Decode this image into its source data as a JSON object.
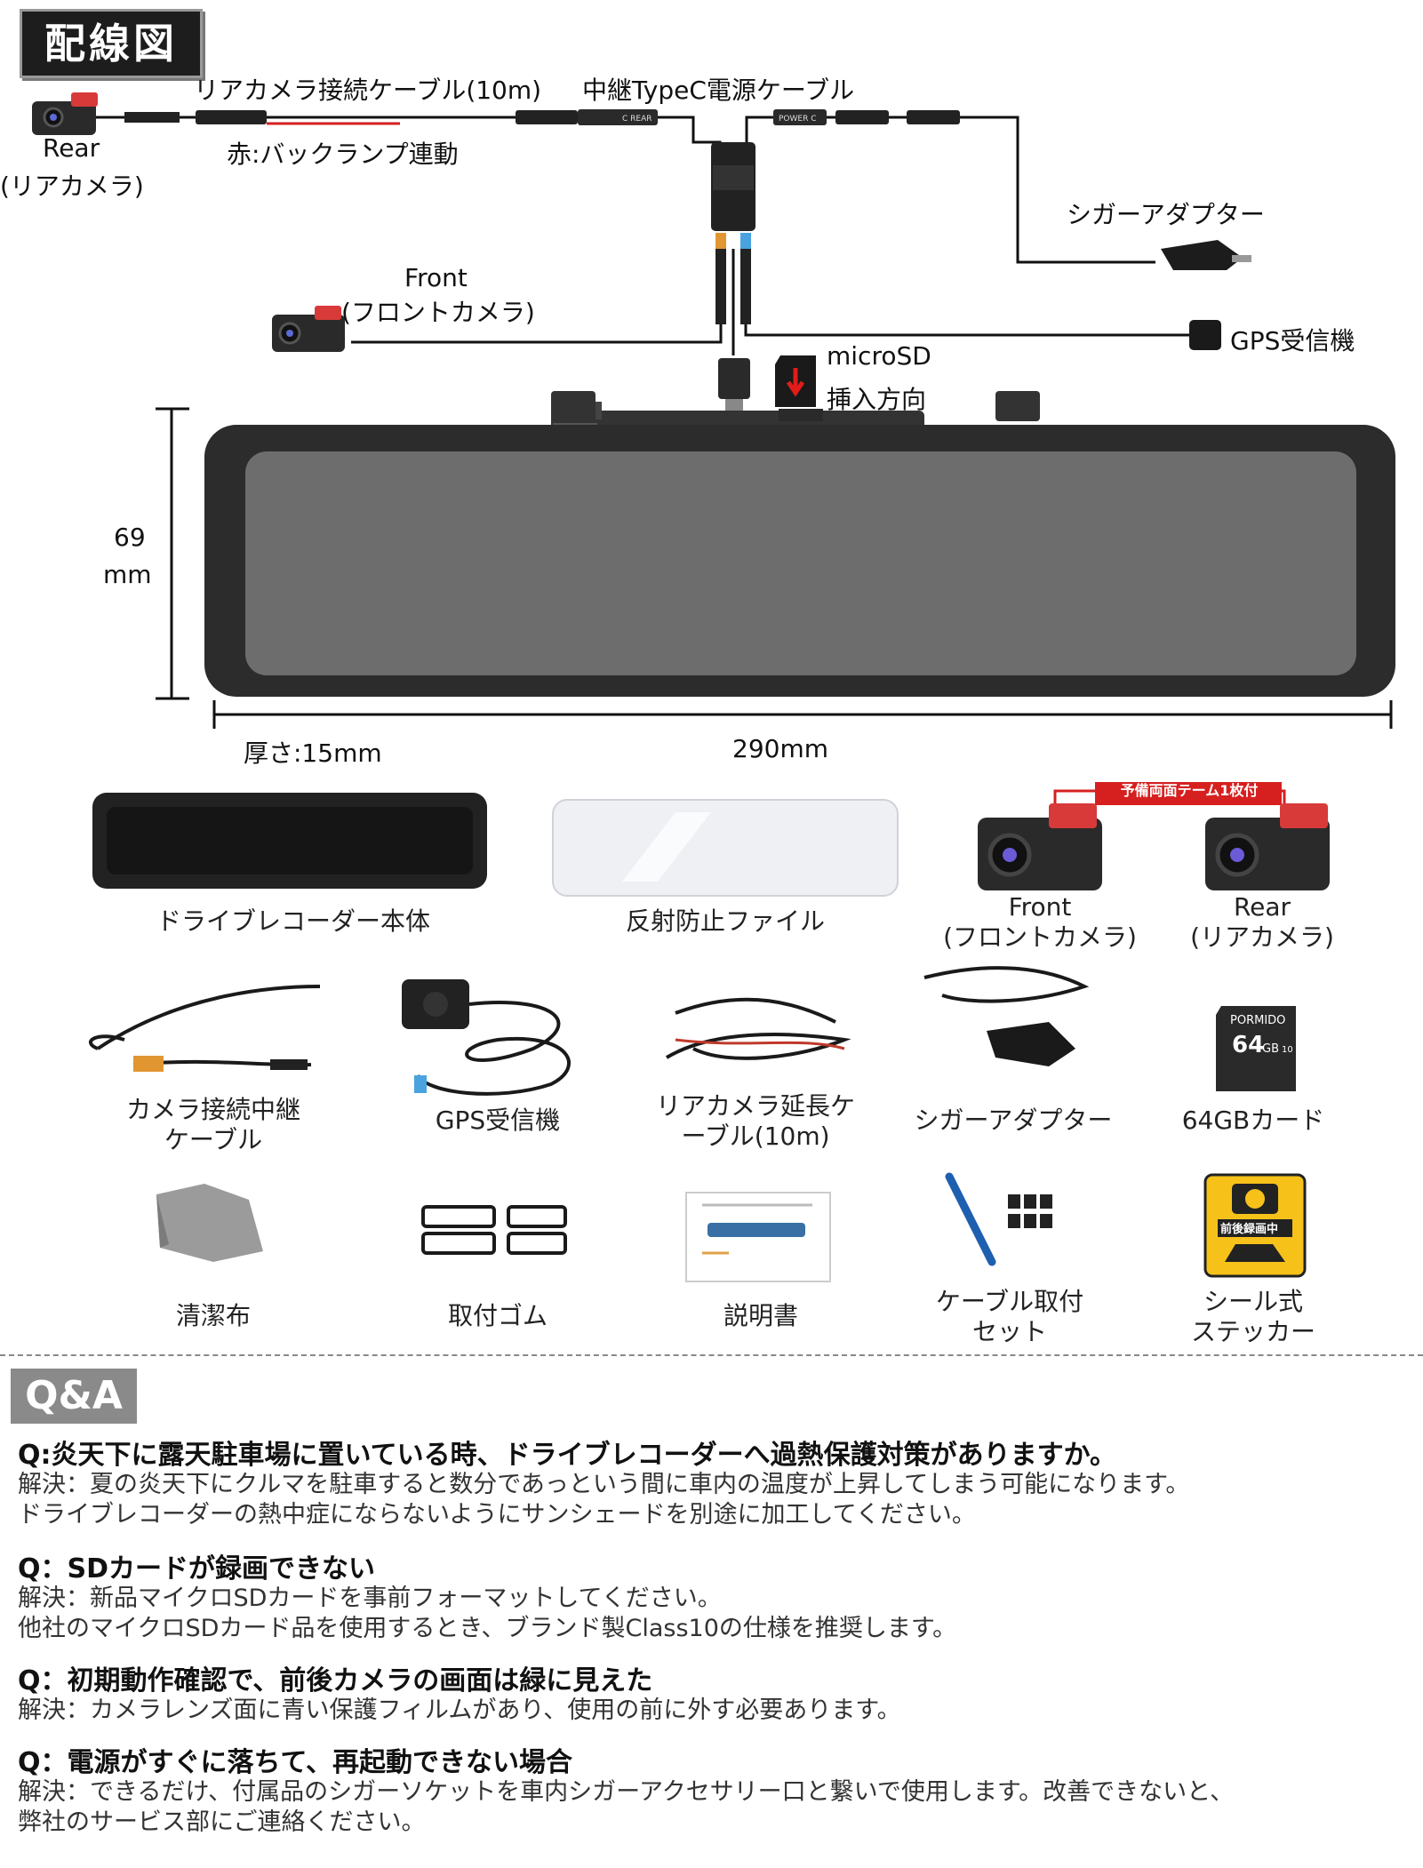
{
  "header": {
    "title": "配線図"
  },
  "wiring": {
    "rear_camera": {
      "name": "Rear",
      "sub": "(リアカメラ)"
    },
    "rear_cable": "リアカメラ接続ケーブル(10m)",
    "red_wire": "赤:バックランプ連動",
    "relay_cable": "中継TypeC電源ケーブル",
    "cigar_adapter": "シガーアダプター",
    "front_camera": {
      "name": "Front",
      "sub": "(フロントカメラ)"
    },
    "gps": "GPS受信機",
    "microsd": {
      "line1": "microSD",
      "line2": "挿入方向"
    },
    "cable_marks": {
      "a": "C REAR",
      "b": "POWER C"
    }
  },
  "dimensions": {
    "height_value": "69",
    "height_unit": "mm",
    "thickness": "厚さ:15mm",
    "width": "290mm"
  },
  "accessories": {
    "row1": [
      {
        "label": "ドライブレコーダー本体"
      },
      {
        "label": "反射防止ファイル"
      },
      {
        "label": "Front\n(フロントカメラ)"
      },
      {
        "label": "Rear\n(リアカメラ)"
      }
    ],
    "tape_note": "予備両面テーム1枚付",
    "row2": [
      {
        "label": "カメラ接続中継\nケーブル"
      },
      {
        "label": "GPS受信機"
      },
      {
        "label": "リアカメラ延長ケ\nーブル(10m)"
      },
      {
        "label": "シガーアダプター"
      },
      {
        "label": "64GBカード"
      }
    ],
    "sd_card": {
      "brand": "PORMIDO",
      "capacity": "64",
      "unit": "GB",
      "class": "10"
    },
    "row3": [
      {
        "label": "清潔布"
      },
      {
        "label": "取付ゴム"
      },
      {
        "label": "説明書"
      },
      {
        "label": "ケーブル取付\nセット"
      },
      {
        "label": "シール式\nステッカー"
      }
    ],
    "sticker_text": "前後録画中"
  },
  "qa": {
    "title": "Q&A",
    "items": [
      {
        "q": "Q:炎天下に露天駐車場に置いている時、ドライブレコーダーへ過熱保護対策がありますか。",
        "a": [
          "解決：夏の炎天下にクルマを駐車すると数分であっという間に車内の温度が上昇してしまう可能になります。",
          "ドライブレコーダーの熱中症にならないようにサンシェードを別途に加工してください。"
        ]
      },
      {
        "q": "Q：SDカードが録画できない",
        "a": [
          "解決：新品マイクロSDカードを事前フォーマットしてください。",
          "他社のマイクロSDカード品を使用するとき、ブランド製Class10の仕様を推奨します。"
        ]
      },
      {
        "q": "Q：初期動作確認で、前後カメラの画面は緑に見えた",
        "a": [
          "解決：カメラレンズ面に青い保護フィルムがあり、使用の前に外す必要あります。"
        ]
      },
      {
        "q": "Q：電源がすぐに落ちて、再起動できない場合",
        "a": [
          "解決：できるだけ、付属品のシガーソケットを車内シガーアクセサリー口と繋いで使用します。改善できないと、",
          "弊社のサービス部にご連絡ください。"
        ]
      }
    ]
  }
}
